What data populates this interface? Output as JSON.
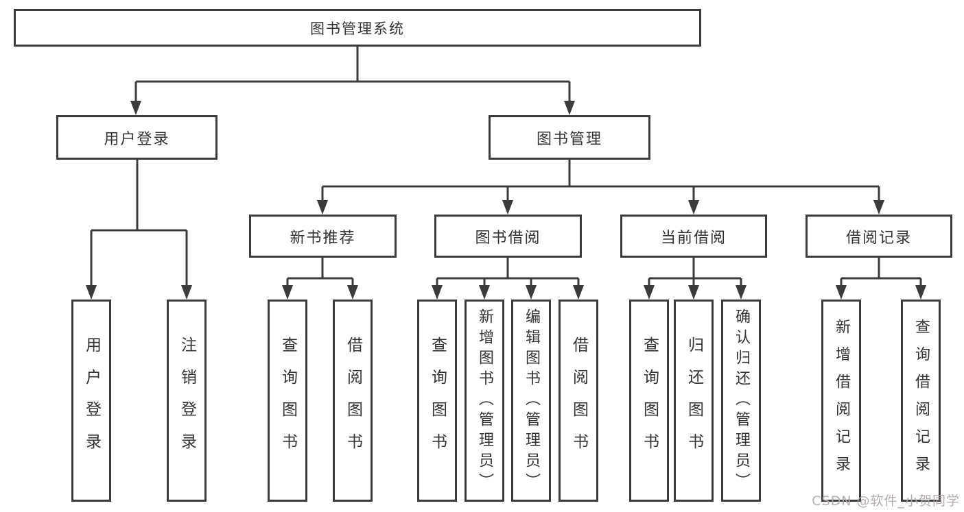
{
  "tree": {
    "label": "图书管理系统",
    "children": [
      {
        "label": "用户登录",
        "children": [
          {
            "label": "用户登录"
          },
          {
            "label": "注销登录"
          }
        ]
      },
      {
        "label": "图书管理",
        "children": [
          {
            "label": "新书推荐",
            "children": [
              {
                "label": "查询图书"
              },
              {
                "label": "借阅图书"
              }
            ]
          },
          {
            "label": "图书借阅",
            "children": [
              {
                "label": "查询图书"
              },
              {
                "label": "新增图书（管理员）"
              },
              {
                "label": "编辑图书（管理员）"
              },
              {
                "label": "借阅图书"
              }
            ]
          },
          {
            "label": "当前借阅",
            "children": [
              {
                "label": "查询图书"
              },
              {
                "label": "归还图书"
              },
              {
                "label": "确认归还（管理员）"
              }
            ]
          },
          {
            "label": "借阅记录",
            "children": [
              {
                "label": "新增借阅记录"
              },
              {
                "label": "查询借阅记录"
              }
            ]
          }
        ]
      }
    ]
  },
  "watermark": {
    "text": "CSDN @软件_小贺同学"
  },
  "colors": {
    "line": "#3b3b3b",
    "text": "#333333",
    "background": "#ffffff",
    "watermark": "#b0aaaa"
  }
}
